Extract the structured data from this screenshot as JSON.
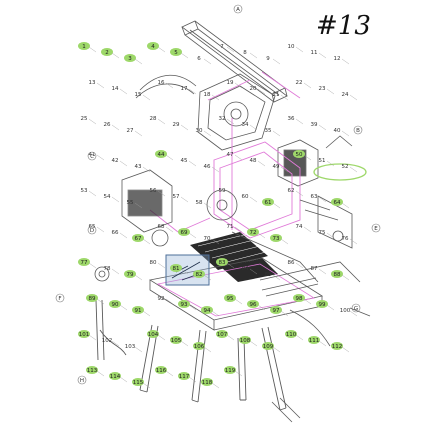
{
  "title": "#13",
  "colors": {
    "line": "#5a5a5a",
    "pink": "#e07ad8",
    "label_green": "#9ed86a",
    "highlight_blue": "#8fb0d4",
    "bed_dark": "#2a2a2a"
  },
  "labels_plain": [
    "1",
    "2",
    "3",
    "4",
    "5",
    "6",
    "7",
    "8",
    "9",
    "10",
    "11",
    "12",
    "13",
    "14",
    "15",
    "16",
    "17",
    "18",
    "19",
    "20",
    "21",
    "22",
    "23",
    "24",
    "25",
    "26",
    "27",
    "28",
    "29",
    "30",
    "32",
    "34",
    "35",
    "36",
    "39",
    "40",
    "41",
    "42",
    "43",
    "44",
    "45",
    "46",
    "47",
    "48",
    "49",
    "50",
    "51",
    "52",
    "53",
    "54",
    "55",
    "56",
    "57",
    "58",
    "59",
    "60",
    "61",
    "62",
    "63",
    "64",
    "65",
    "66",
    "67",
    "68",
    "69",
    "70",
    "71",
    "72",
    "73",
    "74",
    "75",
    "76",
    "77",
    "78",
    "79",
    "80",
    "81",
    "82",
    "83",
    "84",
    "85",
    "86",
    "87",
    "88",
    "89",
    "90",
    "91",
    "92",
    "93",
    "94",
    "95",
    "96",
    "97",
    "98",
    "99",
    "100",
    "101",
    "102",
    "103",
    "104",
    "105",
    "106",
    "107",
    "108",
    "109",
    "110",
    "111",
    "112",
    "113",
    "114",
    "115",
    "116",
    "117",
    "118",
    "119"
  ],
  "green_labels": [
    "1",
    "2",
    "3",
    "4",
    "5",
    "31",
    "44",
    "50",
    "61",
    "64",
    "67",
    "69",
    "72",
    "73",
    "77",
    "79",
    "81",
    "82",
    "83",
    "88",
    "89",
    "90",
    "91",
    "93",
    "94",
    "95",
    "96",
    "97",
    "98",
    "99",
    "101",
    "104",
    "105",
    "106",
    "107",
    "108",
    "109",
    "110",
    "111",
    "112",
    "113",
    "114",
    "115",
    "116",
    "117",
    "118",
    "119"
  ],
  "left_marker_labels": [
    "A",
    "B",
    "C",
    "D",
    "E",
    "F",
    "G",
    "H"
  ]
}
